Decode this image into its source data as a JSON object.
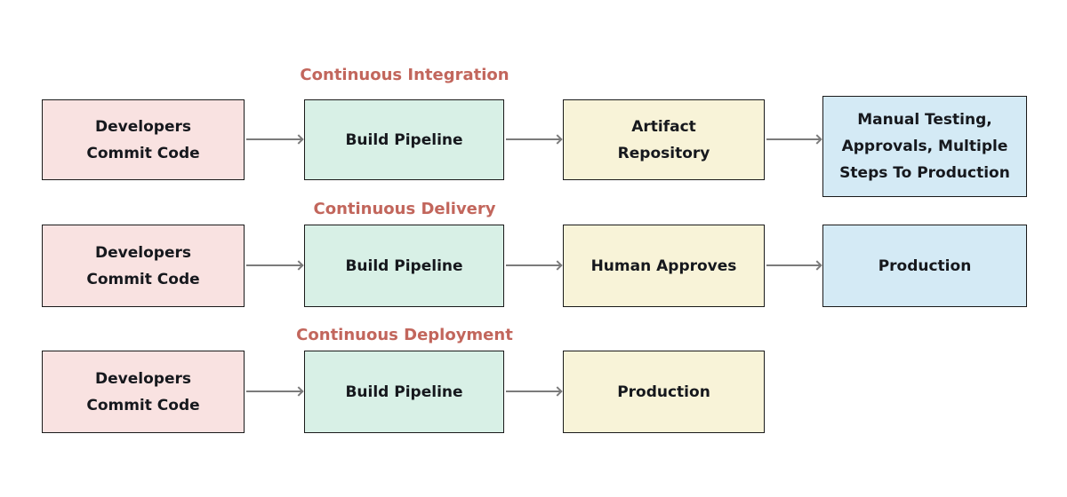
{
  "palette": {
    "background": "#ffffff",
    "node_border": "#1a1a1a",
    "node_text": "#16181d",
    "title_text": "#c2665c",
    "arrow": "#7b7b7b",
    "pink": "#f9e2e1",
    "green": "#d8f0e6",
    "yellow": "#f8f3d8",
    "blue": "#d4eaf5"
  },
  "rows": [
    {
      "title": "Continuous Integration",
      "boxes": [
        {
          "lines": [
            "Developers",
            "Commit Code"
          ]
        },
        {
          "lines": [
            "Build Pipeline"
          ]
        },
        {
          "lines": [
            "Artifact",
            "Repository"
          ]
        },
        {
          "lines": [
            "Manual Testing,",
            "Approvals, Multiple",
            "Steps To Production"
          ]
        }
      ]
    },
    {
      "title": "Continuous Delivery",
      "boxes": [
        {
          "lines": [
            "Developers",
            "Commit Code"
          ]
        },
        {
          "lines": [
            "Build Pipeline"
          ]
        },
        {
          "lines": [
            "Human Approves"
          ]
        },
        {
          "lines": [
            "Production"
          ]
        }
      ]
    },
    {
      "title": "Continuous Deployment",
      "boxes": [
        {
          "lines": [
            "Developers",
            "Commit Code"
          ]
        },
        {
          "lines": [
            "Build Pipeline"
          ]
        },
        {
          "lines": [
            "Production"
          ]
        }
      ]
    }
  ]
}
